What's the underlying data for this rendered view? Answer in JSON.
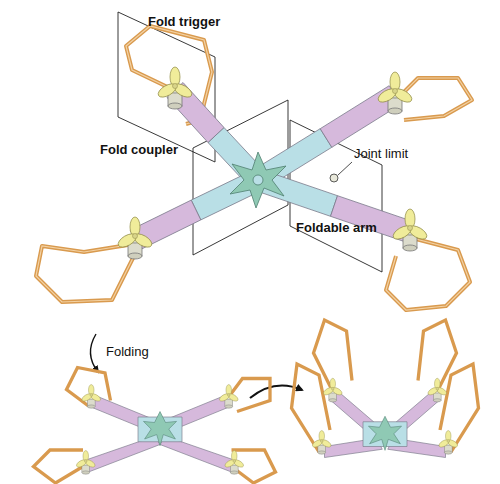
{
  "diagram": {
    "labels": [
      "Fold trigger",
      "Fold coupler",
      "Joint limit",
      "Foldable arm",
      "Folding"
    ]
  }
}
